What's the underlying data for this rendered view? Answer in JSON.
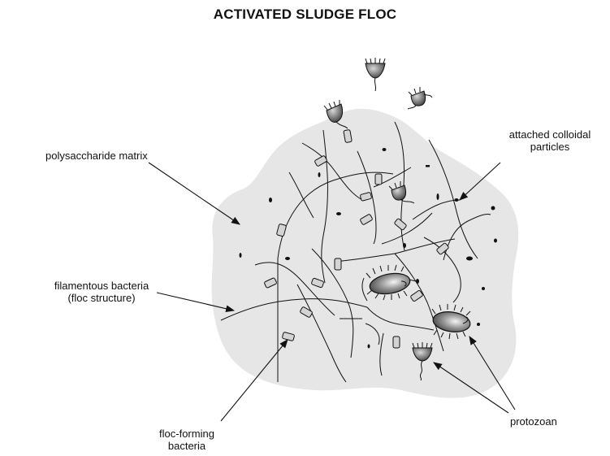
{
  "title": "ACTIVATED SLUDGE FLOC",
  "labels": {
    "polysaccharide_matrix": "polysaccharide  matrix",
    "attached_colloidal_line1": "attached colloidal",
    "attached_colloidal_line2": "particles",
    "filamentous_line1": "filamentous bacteria",
    "filamentous_line2": "(floc structure)",
    "floc_forming_line1": "floc-forming",
    "floc_forming_line2": "bacteria",
    "protozoan": "protozoan"
  },
  "colors": {
    "floc_fill": "#e6e6e6",
    "ink": "#111111",
    "bacteria_fill": "#d4d4d4",
    "protozoan_fill": "#8a8a8a"
  }
}
